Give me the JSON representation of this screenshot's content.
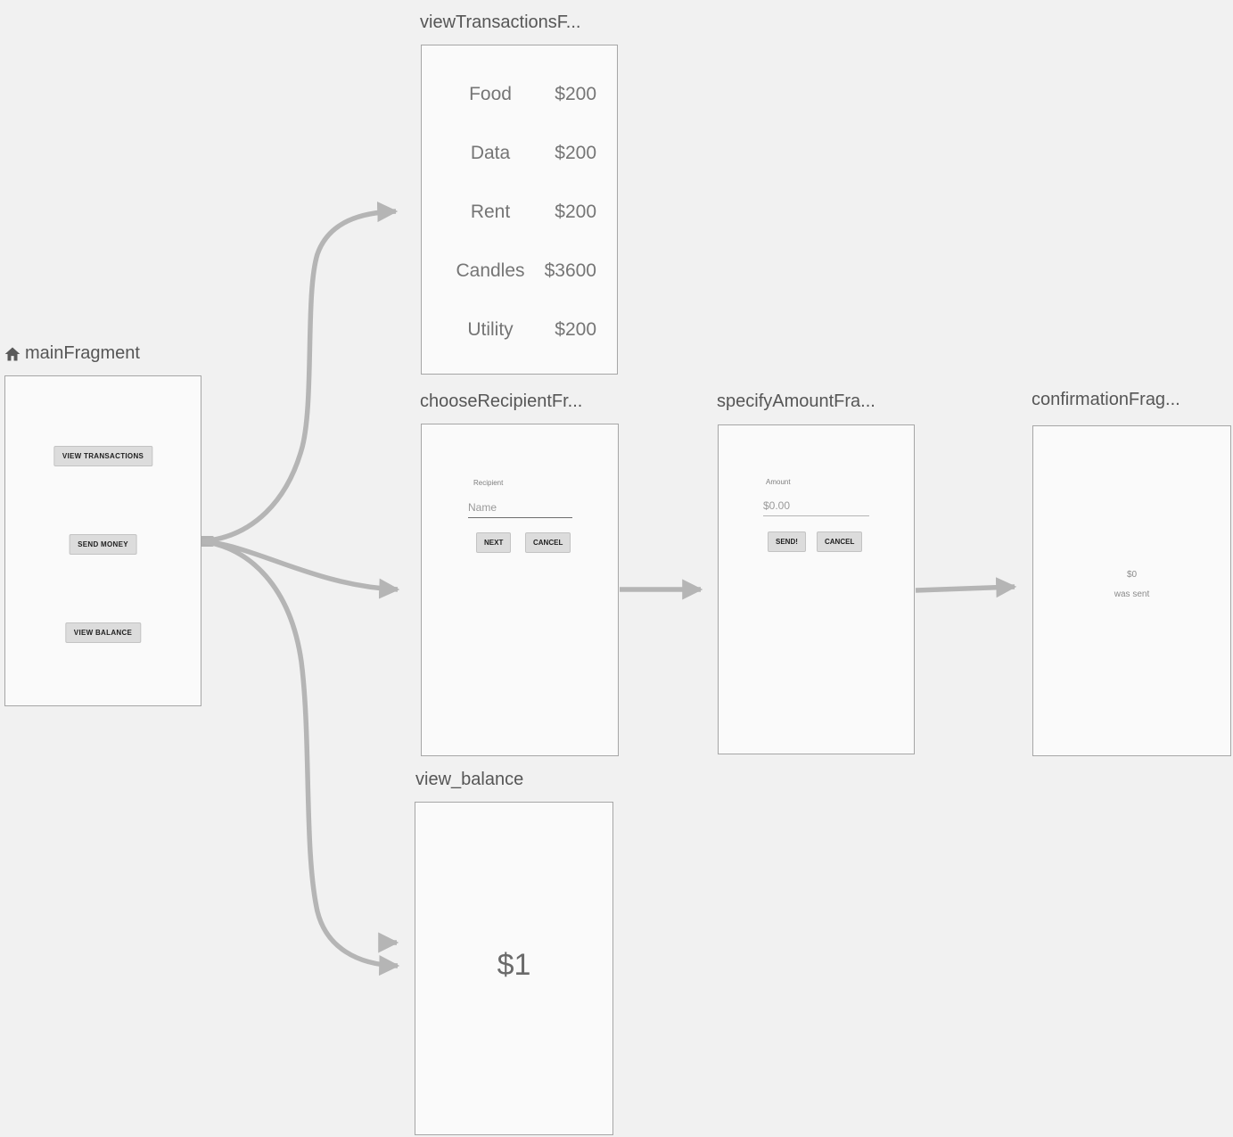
{
  "colors": {
    "background": "#f1f1f1",
    "panel_fill": "#fafafa",
    "panel_border": "#a6a6a6",
    "arrow": "#b5b5b5",
    "title_text": "#565656",
    "button_fill": "#dcdcdc"
  },
  "fragments": {
    "main": {
      "title": "mainFragment",
      "buttons": [
        {
          "label": "VIEW TRANSACTIONS"
        },
        {
          "label": "SEND MONEY"
        },
        {
          "label": "VIEW BALANCE"
        }
      ]
    },
    "view_transactions": {
      "title": "viewTransactionsF...",
      "rows": [
        {
          "label": "Food",
          "amount": "$200"
        },
        {
          "label": "Data",
          "amount": "$200"
        },
        {
          "label": "Rent",
          "amount": "$200"
        },
        {
          "label": "Candles",
          "amount": "$3600"
        },
        {
          "label": "Utility",
          "amount": "$200"
        }
      ]
    },
    "choose_recipient": {
      "title": "chooseRecipientFr...",
      "field_label": "Recipient",
      "field_value": "Name",
      "next_label": "NEXT",
      "cancel_label": "CANCEL"
    },
    "specify_amount": {
      "title": "specifyAmountFra...",
      "field_label": "Amount",
      "field_value": "$0.00",
      "send_label": "SEND!",
      "cancel_label": "CANCEL"
    },
    "confirmation": {
      "title": "confirmationFrag...",
      "amount": "$0",
      "message": "was sent"
    },
    "view_balance": {
      "title": "view_balance",
      "balance": "$1"
    }
  }
}
